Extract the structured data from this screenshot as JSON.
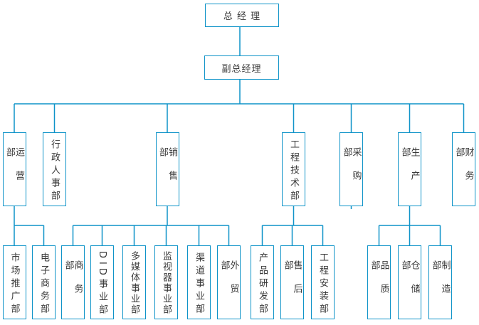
{
  "colors": {
    "line": "#0E93C8",
    "text": "#3A3A3A",
    "background": "#FFFFFF"
  },
  "nodes": {
    "gm": {
      "label": "总 经 理"
    },
    "vgm": {
      "label": "副总经理"
    },
    "operations": {
      "label": "运营部"
    },
    "hr_admin": {
      "label": "行政人事部"
    },
    "sales": {
      "label": "销售部"
    },
    "engineering": {
      "label": "工程技术部"
    },
    "purchasing": {
      "label": "采购部"
    },
    "production": {
      "label": "生产部"
    },
    "finance": {
      "label": "财务部"
    },
    "marketing": {
      "label": "市场推广部"
    },
    "ecommerce": {
      "label": "电子商务部"
    },
    "business": {
      "label": "商务部"
    },
    "did": {
      "label": "DID事业部"
    },
    "multimedia": {
      "label": "多媒体事业部"
    },
    "monitor": {
      "label": "监视器事业部"
    },
    "channel": {
      "label": "渠道事业部"
    },
    "foreign_trade": {
      "label": "外贸部"
    },
    "rnd": {
      "label": "产品研发部"
    },
    "after_sales": {
      "label": "售后部"
    },
    "installation": {
      "label": "工程安装部"
    },
    "quality": {
      "label": "品质部"
    },
    "warehouse": {
      "label": "仓储部"
    },
    "manufacturing": {
      "label": "制造部"
    }
  },
  "hierarchy": {
    "gm": [
      "vgm"
    ],
    "vgm": [
      "operations",
      "hr_admin",
      "sales",
      "engineering",
      "purchasing",
      "production",
      "finance"
    ],
    "operations": [
      "marketing",
      "ecommerce"
    ],
    "sales": [
      "business",
      "did",
      "multimedia",
      "monitor",
      "channel",
      "foreign_trade"
    ],
    "engineering": [
      "rnd",
      "after_sales",
      "installation"
    ],
    "production": [
      "quality",
      "warehouse",
      "manufacturing"
    ]
  }
}
